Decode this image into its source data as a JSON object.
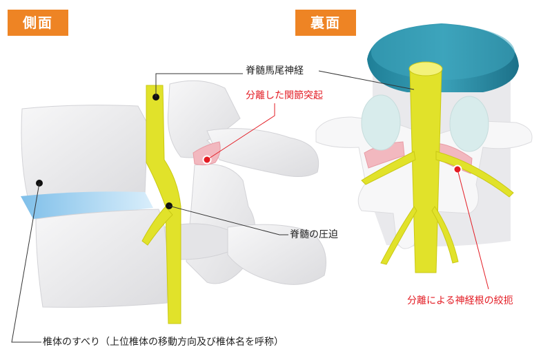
{
  "tags": {
    "side": "側面",
    "back": "裏面"
  },
  "labels": {
    "cauda": "脊髄馬尾神経",
    "separated_facet": "分離した関節突起",
    "cord_compression": "脊髄の圧迫",
    "slip": "椎体のすべり（上位椎体の移動方向及び椎体名を呼称）",
    "root_strangulation": "分離による神経根の絞扼"
  },
  "colors": {
    "tag": "#ee8424",
    "nerve": "#e1e22a",
    "disc": "#a9d5f2",
    "disc_top": "#2a8fa8",
    "bone": "#ebebed",
    "alert": "#e31b23",
    "pink": "#f2b8bf"
  }
}
